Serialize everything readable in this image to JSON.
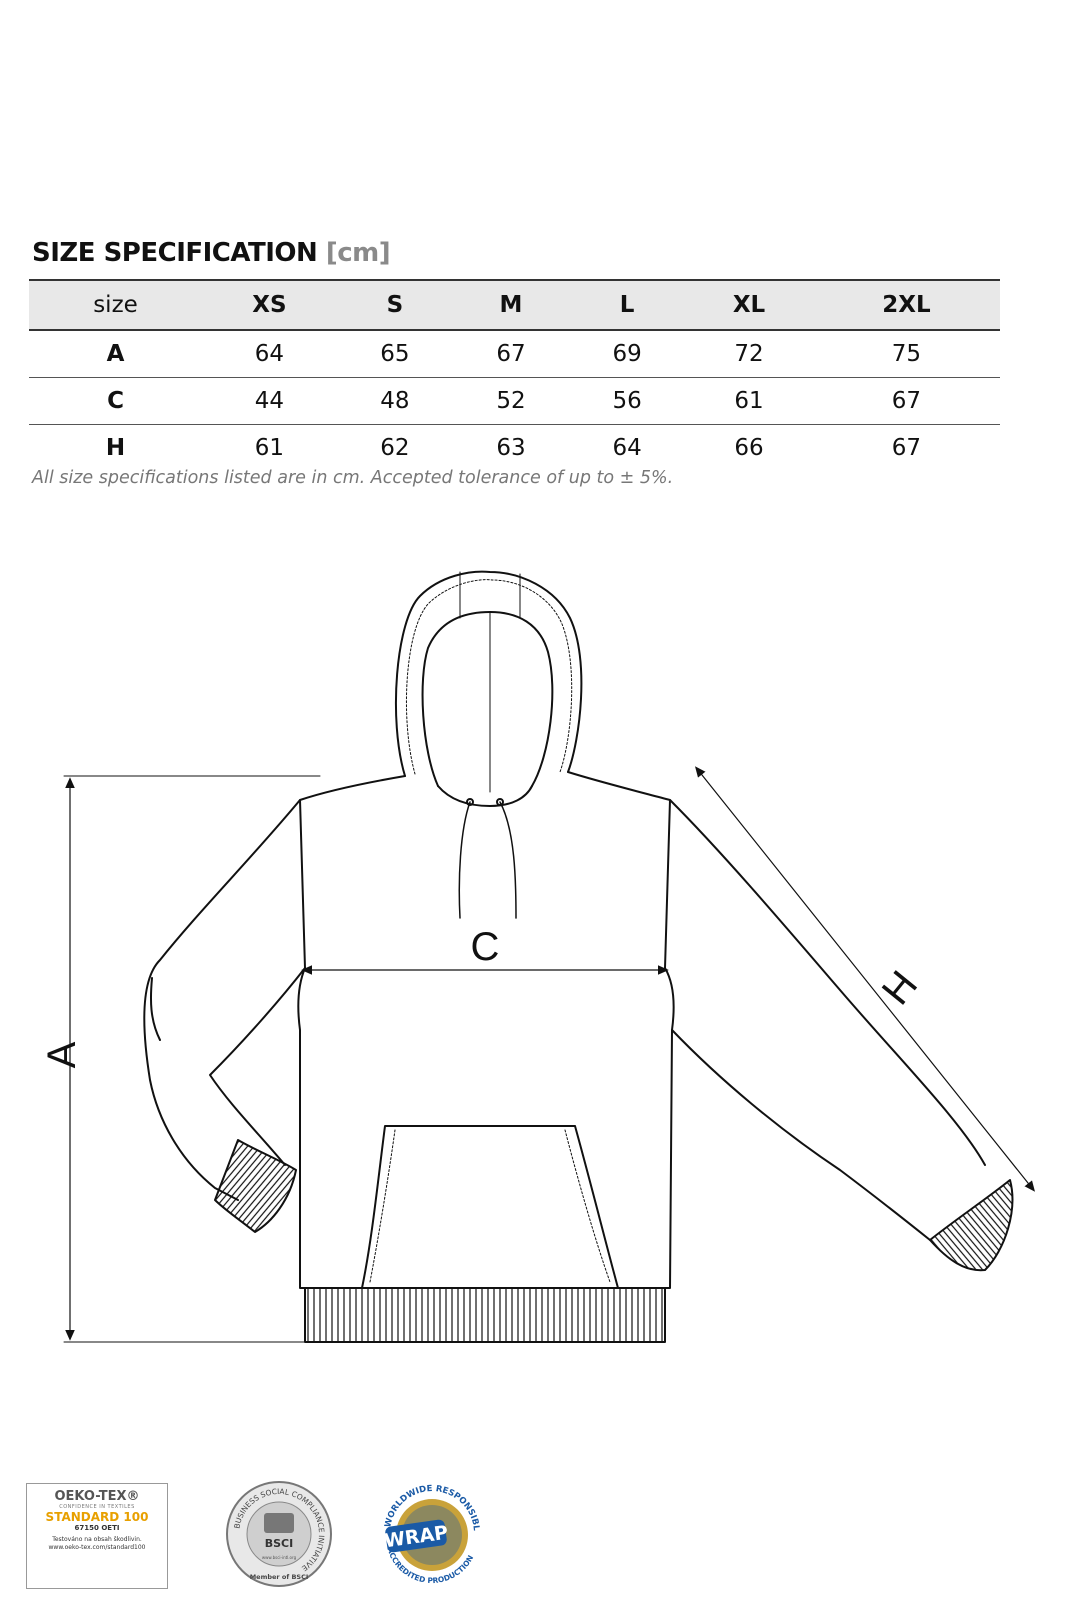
{
  "title": {
    "main": "SIZE SPECIFICATION",
    "unit": "[cm]"
  },
  "table": {
    "header": [
      "size",
      "XS",
      "S",
      "M",
      "L",
      "XL",
      "2XL"
    ],
    "rows": [
      {
        "label": "A",
        "values": [
          "64",
          "65",
          "67",
          "69",
          "72",
          "75"
        ]
      },
      {
        "label": "C",
        "values": [
          "44",
          "48",
          "52",
          "56",
          "61",
          "67"
        ]
      },
      {
        "label": "H",
        "values": [
          "61",
          "62",
          "63",
          "64",
          "66",
          "67"
        ]
      }
    ]
  },
  "note": "All size specifications listed are in cm. Accepted tolerance of up to ± 5%.",
  "diagram": {
    "label_a": "A",
    "label_c": "C",
    "label_h": "H"
  },
  "certifications": {
    "oeko": {
      "brand": "OEKO-TEX®",
      "tagline": "CONFIDENCE IN TEXTILES",
      "standard": "STANDARD 100",
      "code": "67150 OETI",
      "line1": "Testováno na obsah škodlivin.",
      "line2": "www.oeko-tex.com/standard100"
    },
    "bsci": {
      "ring_text": "BUSINESS SOCIAL COMPLIANCE INITIATIVE",
      "center": "BSCI",
      "member": "Member of BSCI",
      "url": "www.bsci-intl.org"
    },
    "wrap": {
      "top": "WORLDWIDE RESPONSIBLE",
      "center": "WRAP",
      "bottom": "ACCREDITED PRODUCTION"
    }
  },
  "colors": {
    "header_bg": "#e8e8e8",
    "unit_gray": "#8a8a8a",
    "note_gray": "#777777",
    "oeko_orange": "#e8a000",
    "wrap_blue": "#1a5aa6",
    "wrap_gold": "#c9a23a"
  }
}
